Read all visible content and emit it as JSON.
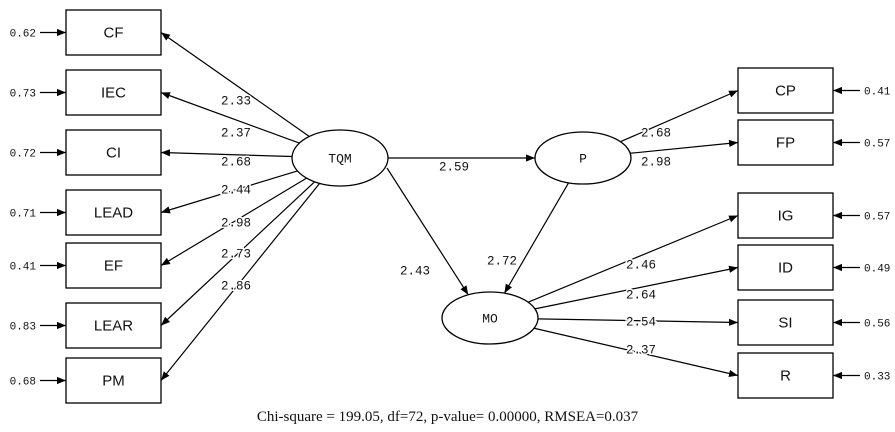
{
  "latents": [
    {
      "id": "TQM",
      "label": "TQM"
    },
    {
      "id": "P",
      "label": "P"
    },
    {
      "id": "MO",
      "label": "MO"
    }
  ],
  "indicators": [
    {
      "id": "CF",
      "label": "CF",
      "factor": "TQM",
      "loading": "2.33",
      "error": "0.62"
    },
    {
      "id": "IEC",
      "label": "IEC",
      "factor": "TQM",
      "loading": "2.37",
      "error": "0.73"
    },
    {
      "id": "CI",
      "label": "CI",
      "factor": "TQM",
      "loading": "2.68",
      "error": "0.72"
    },
    {
      "id": "LEAD",
      "label": "LEAD",
      "factor": "TQM",
      "loading": "2.44",
      "error": "0.71"
    },
    {
      "id": "EF",
      "label": "EF",
      "factor": "TQM",
      "loading": "2.98",
      "error": "0.41"
    },
    {
      "id": "LEAR",
      "label": "LEAR",
      "factor": "TQM",
      "loading": "2.73",
      "error": "0.83"
    },
    {
      "id": "PM",
      "label": "PM",
      "factor": "TQM",
      "loading": "2.86",
      "error": "0.68"
    },
    {
      "id": "CP",
      "label": "CP",
      "factor": "P",
      "loading": "2.68",
      "error": "0.41"
    },
    {
      "id": "FP",
      "label": "FP",
      "factor": "P",
      "loading": "2.98",
      "error": "0.57"
    },
    {
      "id": "IG",
      "label": "IG",
      "factor": "MO",
      "loading": "2.46",
      "error": "0.57"
    },
    {
      "id": "ID",
      "label": "ID",
      "factor": "MO",
      "loading": "2.64",
      "error": "0.49"
    },
    {
      "id": "SI",
      "label": "SI",
      "factor": "MO",
      "loading": "2.54",
      "error": "0.56"
    },
    {
      "id": "R",
      "label": "R",
      "factor": "MO",
      "loading": "2.37",
      "error": "0.33"
    }
  ],
  "structural_paths": [
    {
      "from": "TQM",
      "to": "P",
      "coef": "2.59"
    },
    {
      "from": "TQM",
      "to": "MO",
      "coef": "2.43"
    },
    {
      "from": "P",
      "to": "MO",
      "coef": "2.72"
    }
  ],
  "fit_statistics": "Chi-square = 199.05, df=72, p-value= 0.00000, RMSEA=0.037"
}
